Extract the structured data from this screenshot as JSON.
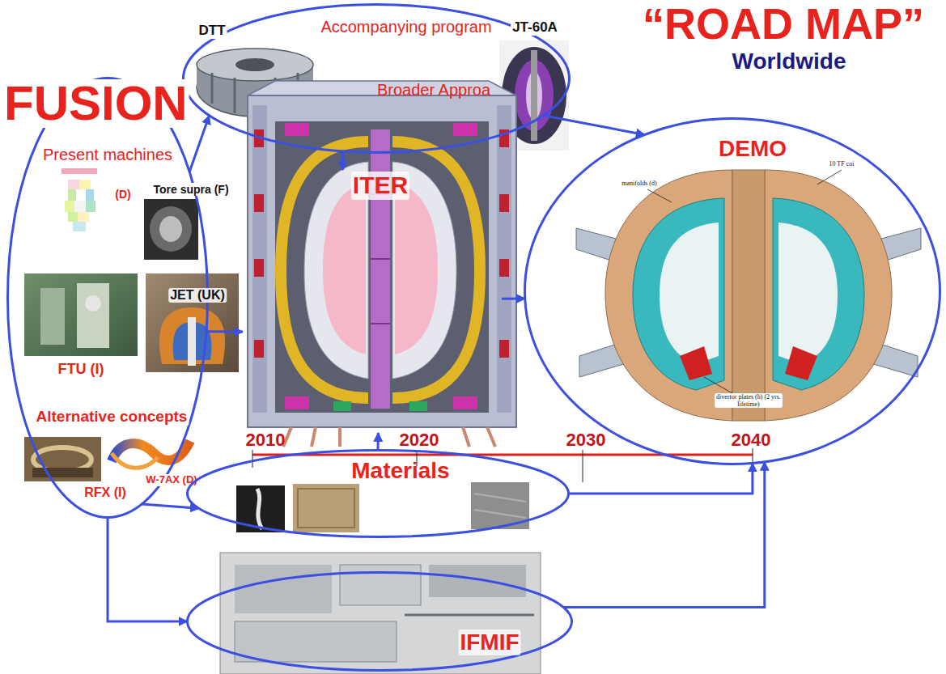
{
  "diagram": {
    "title": "FUSION",
    "nodes": [
      {
        "text": [
          "Present machines",
          "(D)",
          "Tore supra (F)",
          "JET (UK)",
          "FTU (I)",
          "Alternative concepts",
          "W-7AX (D)",
          "RFX (I)"
        ]
      },
      {
        "text": [
          "DTT",
          "Accompanying program",
          "JT-60A",
          "Broader Approa"
        ]
      },
      {
        "text": [
          "ITER"
        ]
      },
      {
        "text": [
          "DEMO",
          "10 TF coi",
          "manifolds (d)",
          "divertor plates (h) (2 yrs. lifetime)"
        ]
      },
      {
        "text": [
          "Materials"
        ]
      },
      {
        "text": [
          "IFMIF"
        ]
      }
    ],
    "edges": [
      {
        "from": 0,
        "to": 1,
        "arrow": "to"
      },
      {
        "from": 0,
        "to": 2,
        "arrow": "to"
      },
      {
        "from": 0,
        "to": 4,
        "arrow": "to"
      },
      {
        "from": 0,
        "to": 5,
        "arrow": "to"
      },
      {
        "from": 1,
        "to": 2,
        "arrow": "to"
      },
      {
        "from": 1,
        "to": 3,
        "arrow": "to"
      },
      {
        "from": 2,
        "to": 3,
        "arrow": "to"
      },
      {
        "from": 4,
        "to": 2,
        "arrow": "to"
      },
      {
        "from": 4,
        "to": 3,
        "arrow": "to"
      },
      {
        "from": 5,
        "to": 3,
        "arrow": "to"
      }
    ],
    "labels": [
      "“ROAD MAP”",
      "Worldwide",
      "2010",
      "2020",
      "2030",
      "2040"
    ]
  }
}
